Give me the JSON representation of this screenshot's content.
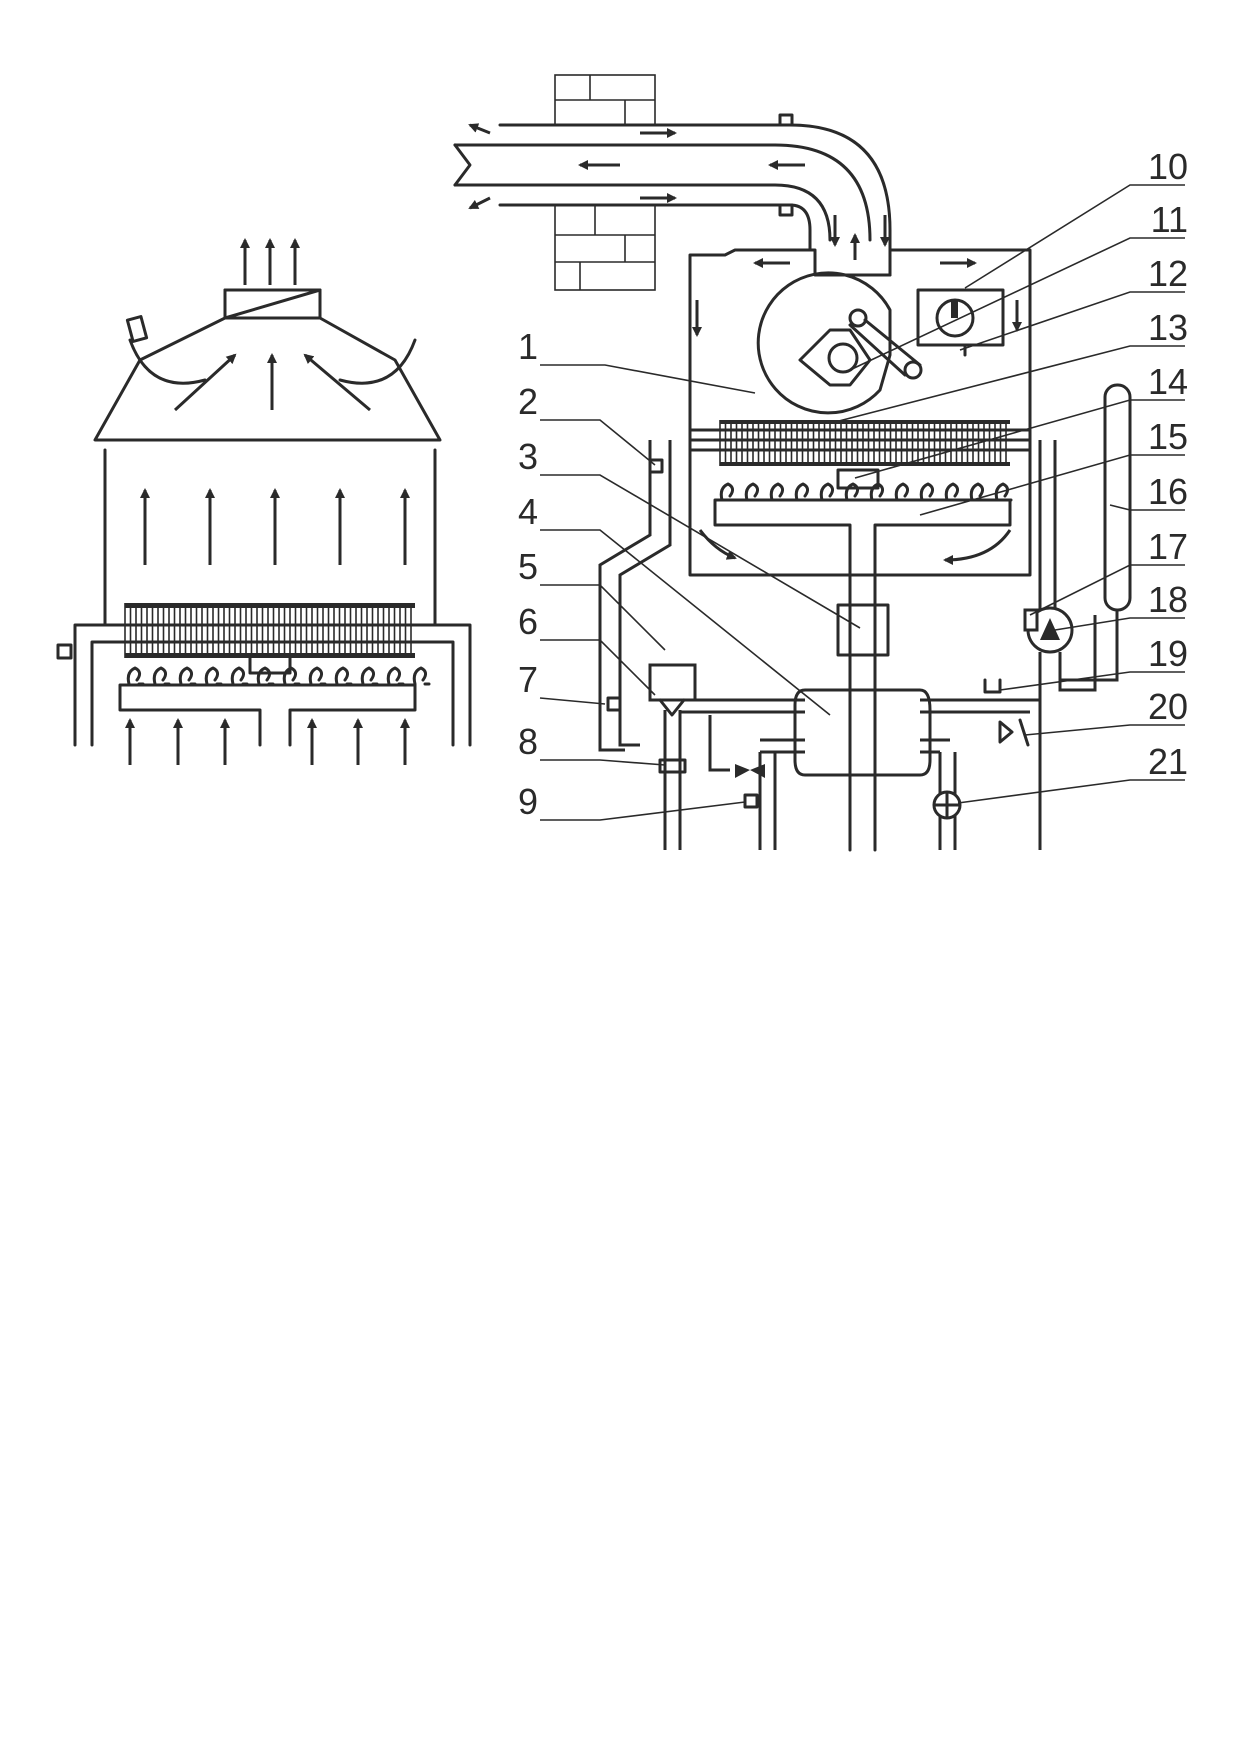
{
  "labels": [
    "1",
    "2",
    "3",
    "4",
    "5",
    "6",
    "7",
    "8",
    "9",
    "10",
    "11",
    "12",
    "13",
    "14",
    "15",
    "16",
    "17",
    "18",
    "19",
    "20",
    "21"
  ],
  "colors": {
    "line": "#2a2a2a",
    "background": "#ffffff"
  }
}
